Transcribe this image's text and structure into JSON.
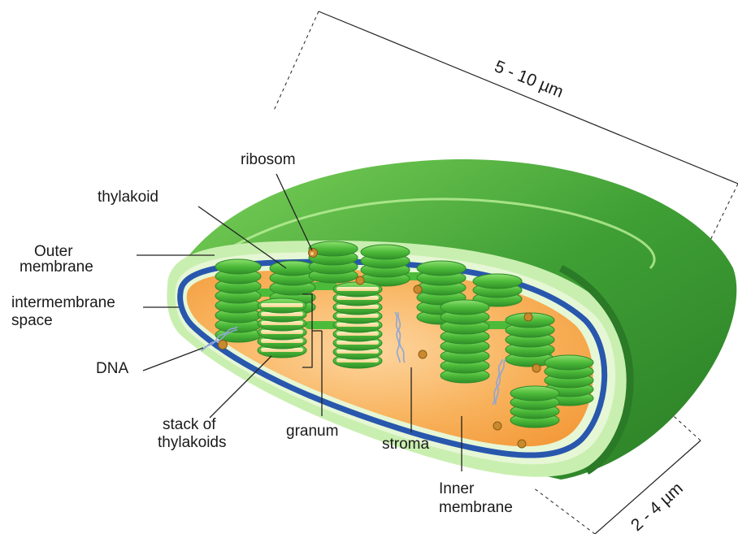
{
  "labels": {
    "ribosom": "ribosom",
    "thylakoid": "thylakoid",
    "outer_membrane_l1": "Outer",
    "outer_membrane_l2": "membrane",
    "intermembrane_l1": "intermembrane",
    "intermembrane_l2": "space",
    "dna": "DNA",
    "stack_l1": "stack of",
    "stack_l2": "thylakoids",
    "granum": "granum",
    "stroma": "stroma",
    "inner_l1": "Inner",
    "inner_l2": "membrane"
  },
  "dimensions": {
    "length": "5 - 10 µm",
    "width": "2 - 4 µm"
  },
  "colors": {
    "outer_green_dark": "#2f8a2a",
    "outer_green_light": "#6cc04a",
    "inner_blue": "#1f4fa0",
    "stroma_orange": "#f8b15a",
    "thylakoid_green": "#4dbb3a",
    "ribosome_gold": "#c98a2e"
  }
}
